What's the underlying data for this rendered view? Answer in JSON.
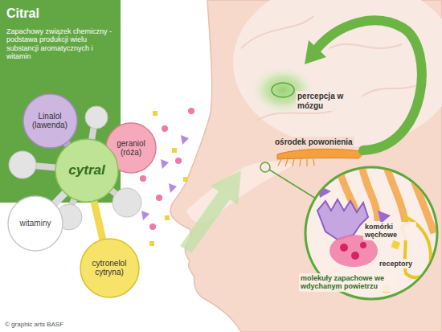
{
  "diagram": {
    "title": "Citral",
    "caption": "Zapachowy związek chemiczny - podstawa produkcji wielu substancji aromatycznych i witamin",
    "nodes": [
      {
        "text": [
          "Linalol (lawenda)"
        ]
      },
      {
        "text": [
          "geraniol (róża)"
        ]
      },
      {
        "text": [
          "cytral"
        ]
      },
      {
        "text": [
          "witaminy"
        ]
      },
      {
        "text": [
          "cytronelol cytryna)"
        ]
      }
    ],
    "edges": [
      {
        "from": 0,
        "to": 2,
        "arrow": "none"
      },
      {
        "from": 1,
        "to": 2,
        "arrow": "none"
      },
      {
        "from": 3,
        "to": 2,
        "arrow": "none"
      },
      {
        "from": 4,
        "to": 2,
        "arrow": "none"
      }
    ],
    "labels": [
      "percepcja w mózgu",
      "ośrodek powonienia",
      "komórki węchowe",
      "receptory",
      "molekuły zapachowe we wdychanym powietrzu",
      "© graphic arts BASF"
    ]
  }
}
